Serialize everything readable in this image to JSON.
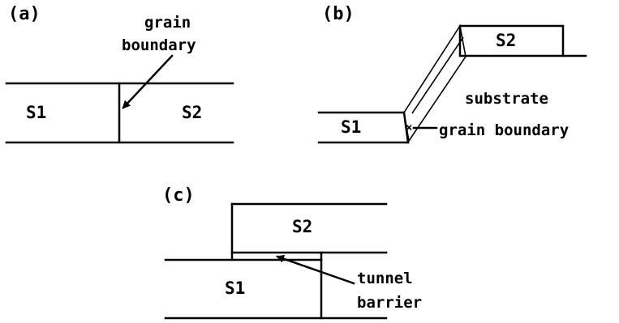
{
  "panel_a": {
    "tag": "(a)",
    "left_label": "S1",
    "right_label": "S2",
    "gb_line1": "grain",
    "gb_line2": "boundary"
  },
  "panel_b": {
    "tag": "(b)",
    "s1": "S1",
    "s2": "S2",
    "substrate": "substrate",
    "gb": "grain boundary"
  },
  "panel_c": {
    "tag": "(c)",
    "s1": "S1",
    "s2": "S2",
    "barrier_line1": "tunnel",
    "barrier_line2": "barrier"
  }
}
